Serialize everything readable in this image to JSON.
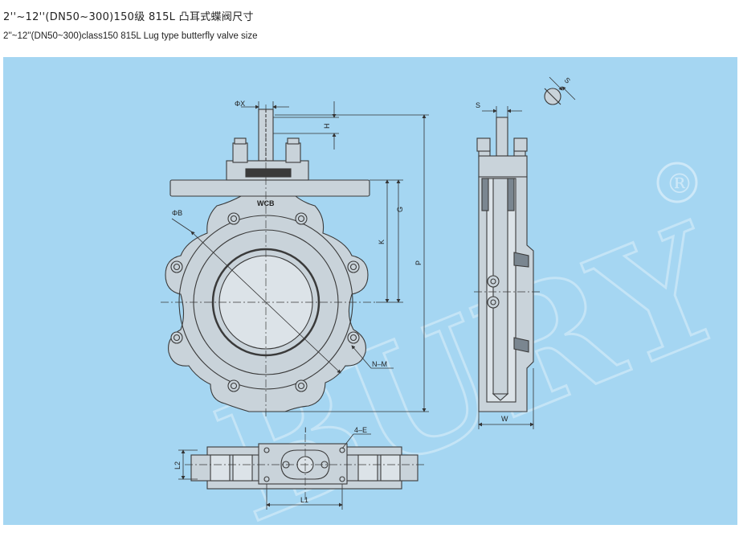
{
  "title_cn": "2''~12''(DN50~300)150级 815L 凸耳式蝶阀尺寸",
  "title_en": "2''~12''(DN50~300)class150 815L Lug type butterfly valve size",
  "watermark": {
    "text": "BURY",
    "registered": "®"
  },
  "body_marking": "WCB",
  "dimensions": {
    "phi_x": "ΦX",
    "h": "H",
    "g": "G",
    "k": "K",
    "p": "P",
    "phi_b": "ΦB",
    "n_m": "N–M",
    "s_top": "S",
    "s_stem": "S",
    "w": "W",
    "i": "I",
    "four_e": "4–E",
    "l1": "L1",
    "l2": "L2"
  },
  "colors": {
    "panel": "#a5d6f2",
    "line": "#3a3a3a",
    "fill": "#c9d3da"
  }
}
